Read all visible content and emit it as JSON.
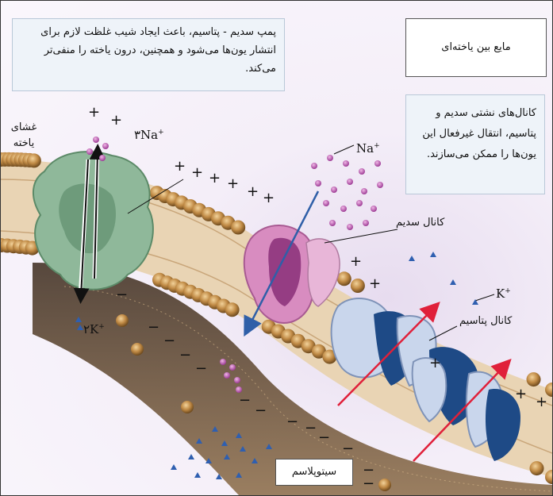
{
  "labels": {
    "pump_note": "پمپ سدیم - پتاسیم، باعث ایجاد شیب غلظت لازم برای انتشار یون‌ها می‌شود و همچنین، درون یاخته را منفی‌تر می‌کند.",
    "extracellular_fluid": "مایع بین یاخته‌ای",
    "leak_channels_note": "کانال‌های نشتی سدیم و پتاسیم، انتقال غیرفعال این یون‌ها را ممکن می‌سازند.",
    "cell_membrane": "غشای یاخته",
    "sodium_channel": "کانال سدیم",
    "potassium_channel": "کانال پتاسیم",
    "cytoplasm": "سیتوپلاسم",
    "na_pump_ions": "۳Na",
    "k_pump_ions": "۲K",
    "na_ion": "Na",
    "k_ion": "K",
    "plus": "+",
    "minus": "−"
  },
  "colors": {
    "sodium_ion": "#b04aa8",
    "potassium_ion": "#2f5fb0",
    "pump_protein": "#8fb89a",
    "sodium_channel": "#d88cc0",
    "potassium_channel": "#1e4a86",
    "inward_arrow": "#2f5fa8",
    "outward_arrow": "#e0203a"
  }
}
